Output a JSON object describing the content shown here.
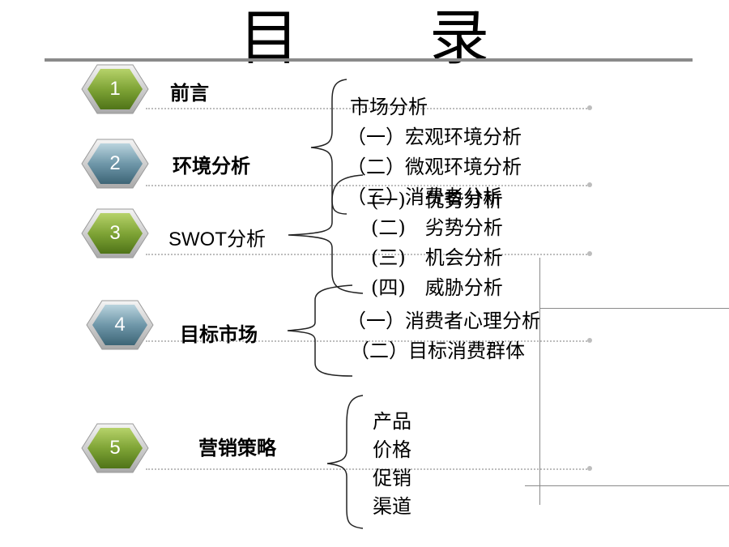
{
  "title": {
    "char1": "目",
    "char2": "录"
  },
  "sections": [
    {
      "number": "1",
      "label": "前言"
    },
    {
      "number": "2",
      "label": "环境分析"
    },
    {
      "number": "3",
      "label": "SWOT分析"
    },
    {
      "number": "4",
      "label": "目标市场"
    },
    {
      "number": "5",
      "label": "营销策略"
    }
  ],
  "environment_items": [
    "市场分析",
    "（一）宏观环境分析",
    "（二）微观环境分析",
    "（三）消费者分析"
  ],
  "swot_items": [
    "(一)　优势分析",
    "(二)　劣势分析",
    "(三)　机会分析",
    "(四)　威胁分析"
  ],
  "target_items": [
    "（一）消费者心理分析",
    "（二）目标消费群体"
  ],
  "strategy_items": [
    "产品",
    "价格",
    "促销",
    "渠道"
  ],
  "colors": {
    "green": "#7fa436",
    "blue": "#6f97a9",
    "rule": "#8a8a8a"
  }
}
